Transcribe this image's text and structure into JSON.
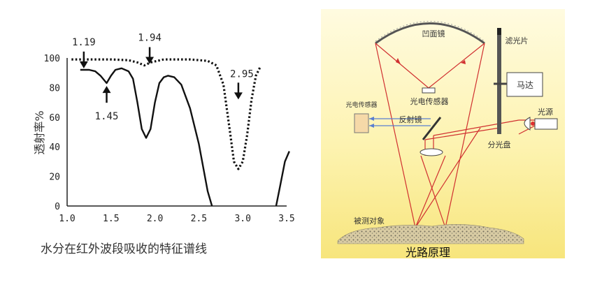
{
  "chart_data": {
    "type": "line",
    "title": "",
    "xlabel": "",
    "ylabel": "透射率%",
    "xlim": [
      1.0,
      3.5
    ],
    "ylim": [
      0,
      100
    ],
    "x_ticks": [
      "1.0",
      "1.5",
      "2.0",
      "2.5",
      "3.0",
      "3.5"
    ],
    "y_ticks": [
      "0",
      "20",
      "40",
      "60",
      "80",
      "100"
    ],
    "series": [
      {
        "style": "solid",
        "points": [
          [
            1.15,
            92
          ],
          [
            1.25,
            92
          ],
          [
            1.32,
            91
          ],
          [
            1.38,
            88
          ],
          [
            1.45,
            83
          ],
          [
            1.5,
            88
          ],
          [
            1.55,
            92
          ],
          [
            1.62,
            93
          ],
          [
            1.7,
            91
          ],
          [
            1.75,
            86
          ],
          [
            1.8,
            70
          ],
          [
            1.85,
            52
          ],
          [
            1.9,
            46
          ],
          [
            1.95,
            52
          ],
          [
            2.0,
            70
          ],
          [
            2.05,
            83
          ],
          [
            2.1,
            87
          ],
          [
            2.15,
            88
          ],
          [
            2.22,
            87
          ],
          [
            2.3,
            82
          ],
          [
            2.4,
            66
          ],
          [
            2.5,
            42
          ],
          [
            2.6,
            10
          ],
          [
            2.65,
            0
          ]
        ]
      },
      {
        "style": "solid",
        "points": [
          [
            3.38,
            0
          ],
          [
            3.42,
            12
          ],
          [
            3.48,
            30
          ],
          [
            3.53,
            37
          ]
        ]
      },
      {
        "style": "dotted",
        "points": [
          [
            1.05,
            99
          ],
          [
            1.2,
            99
          ],
          [
            1.5,
            99
          ],
          [
            1.7,
            98.5
          ],
          [
            1.8,
            97
          ],
          [
            1.88,
            95
          ],
          [
            1.95,
            97
          ],
          [
            2.1,
            99
          ],
          [
            2.4,
            99
          ],
          [
            2.6,
            98
          ],
          [
            2.7,
            95
          ],
          [
            2.78,
            82
          ],
          [
            2.85,
            52
          ],
          [
            2.9,
            30
          ],
          [
            2.95,
            25
          ],
          [
            3.0,
            30
          ],
          [
            3.05,
            48
          ],
          [
            3.1,
            72
          ],
          [
            3.15,
            88
          ],
          [
            3.2,
            94
          ]
        ]
      }
    ],
    "annotations": [
      {
        "label": "1.19",
        "x": 1.19,
        "y": 93,
        "arrow": "down",
        "text_dy": -33
      },
      {
        "label": "1.94",
        "x": 1.94,
        "y": 96,
        "arrow": "down",
        "text_dy": -33
      },
      {
        "label": "1.45",
        "x": 1.45,
        "y": 82,
        "arrow": "up",
        "text_dy": 24
      },
      {
        "label": "2.95",
        "x": 2.95,
        "y": 72,
        "arrow": "down",
        "text_dy": -8
      }
    ]
  },
  "left_caption": "水分在红外波段吸收的特征谱线",
  "optics": {
    "caption": "光路原理",
    "labels": {
      "concave_mirror": "凹面镜",
      "filter": "滤光片",
      "motor": "马达",
      "sensor_top": "光电传感器",
      "sensor_left": "光电传感器",
      "reflector": "反射镜",
      "light_source": "光源",
      "splitter_disk": "分光盘",
      "target": "被测对象"
    },
    "colors": {
      "background_top": "#fffbe0",
      "background_bottom": "#f7e57c",
      "ray_red": "#d03030",
      "ray_blue": "#5a7fd0",
      "ground": "#c9b98d"
    }
  }
}
